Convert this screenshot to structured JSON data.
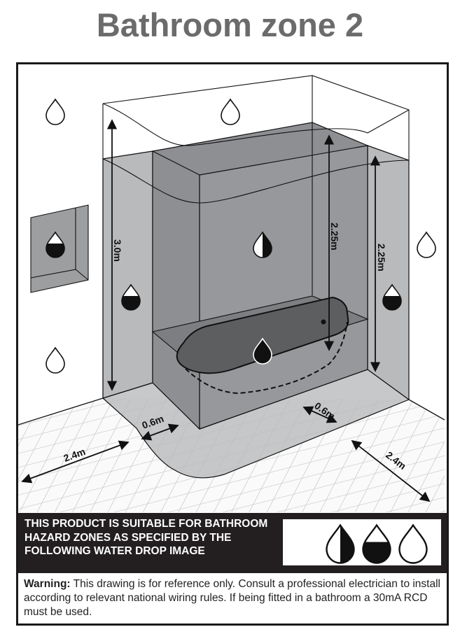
{
  "title": "Bathroom zone 2",
  "dimensions": {
    "zone2_height": "3.0m",
    "zone1_height_back": "2.25m",
    "zone1_height_side": "2.25m",
    "zone1_width_left": "0.6m",
    "zone1_width_front": "0.6m",
    "zone2_width_left": "2.4m",
    "zone2_width_right": "2.4m"
  },
  "notice": {
    "text": "THIS PRODUCT IS SUITABLE FOR BATHROOM HAZARD ZONES AS SPECIFIED BY THE FOLLOWING WATER DROP IMAGE",
    "legend_icons": [
      "half-filled-vertical-drop-icon",
      "bottom-filled-drop-icon",
      "empty-drop-icon"
    ]
  },
  "warning": {
    "label": "Warning:",
    "text": " This drawing is for reference only. Consult a professional electrician to install according to relevant national wiring rules. If being fitted in a bathroom a 30mA RCD must be used."
  },
  "colors": {
    "title": "#6b6b6b",
    "zone1": "#8e8f92",
    "zone2": "#b9babc",
    "notice_bg": "#231f20"
  }
}
